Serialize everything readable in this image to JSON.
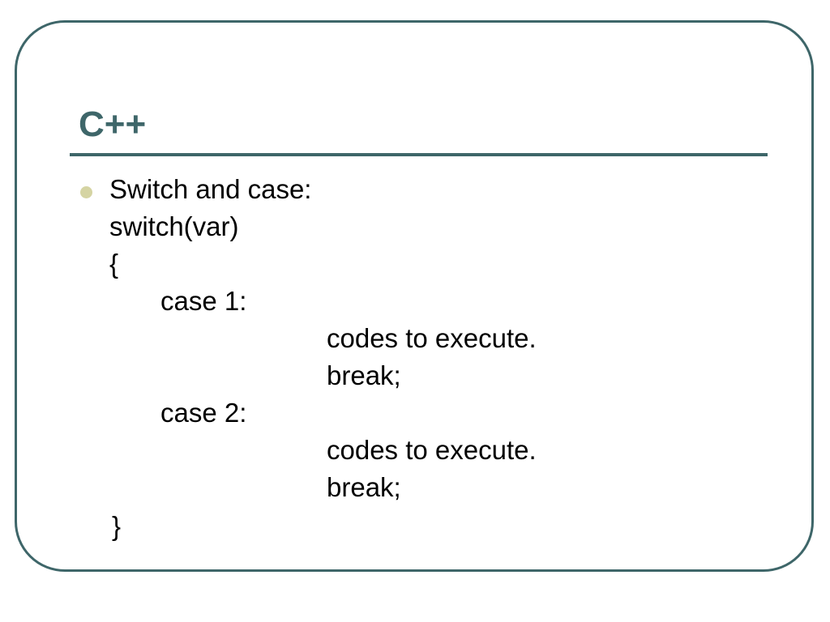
{
  "slide": {
    "title": "C++",
    "bullet": {
      "lines": [
        "Switch and case:",
        "switch(var)",
        "{",
        "case 1:",
        "codes to execute.",
        "break;",
        "case 2:",
        "codes to execute.",
        "break;",
        "}"
      ]
    }
  },
  "colors": {
    "accent": "#3e6669",
    "bullet": "#d5d4a3",
    "text": "#000000",
    "background": "#ffffff"
  }
}
